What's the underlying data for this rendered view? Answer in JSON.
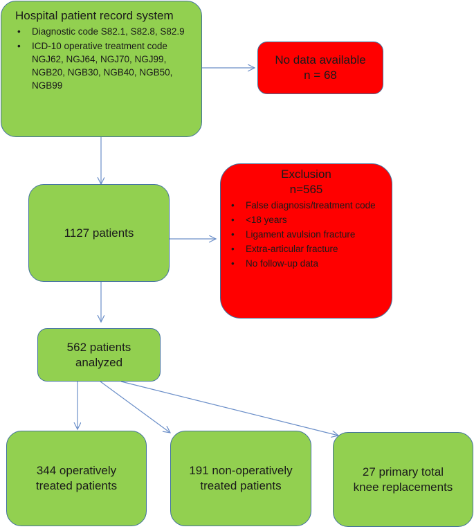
{
  "source": {
    "title": "Hospital patient record system",
    "items": [
      "Diagnostic code S82.1, S82.8, S82.9",
      "ICD-10 operative treatment code NGJ62, NGJ64, NGJ70, NGJ99, NGB20, NGB30, NGB40, NGB50, NGB99"
    ]
  },
  "no_data": {
    "line1": "No data available",
    "line2": "n = 68"
  },
  "cohort": {
    "label": "1127 patients"
  },
  "exclusion": {
    "title": "Exclusion",
    "count": "n=565",
    "items": [
      "False diagnosis/treatment code",
      "<18 years",
      "Ligament avulsion fracture",
      "Extra-articular fracture",
      "No follow-up data"
    ]
  },
  "analyzed": {
    "line1": "562 patients",
    "line2": "analyzed"
  },
  "outcomes": [
    {
      "line1": "344 operatively",
      "line2": "treated patients"
    },
    {
      "line1": "191 non-operatively",
      "line2": "treated patients"
    },
    {
      "line1": "27 primary total",
      "line2": "knee replacements"
    }
  ],
  "colors": {
    "green": "#92d050",
    "red": "#ff0000",
    "border": "#41719c",
    "arrow": "#6a8ec8"
  }
}
